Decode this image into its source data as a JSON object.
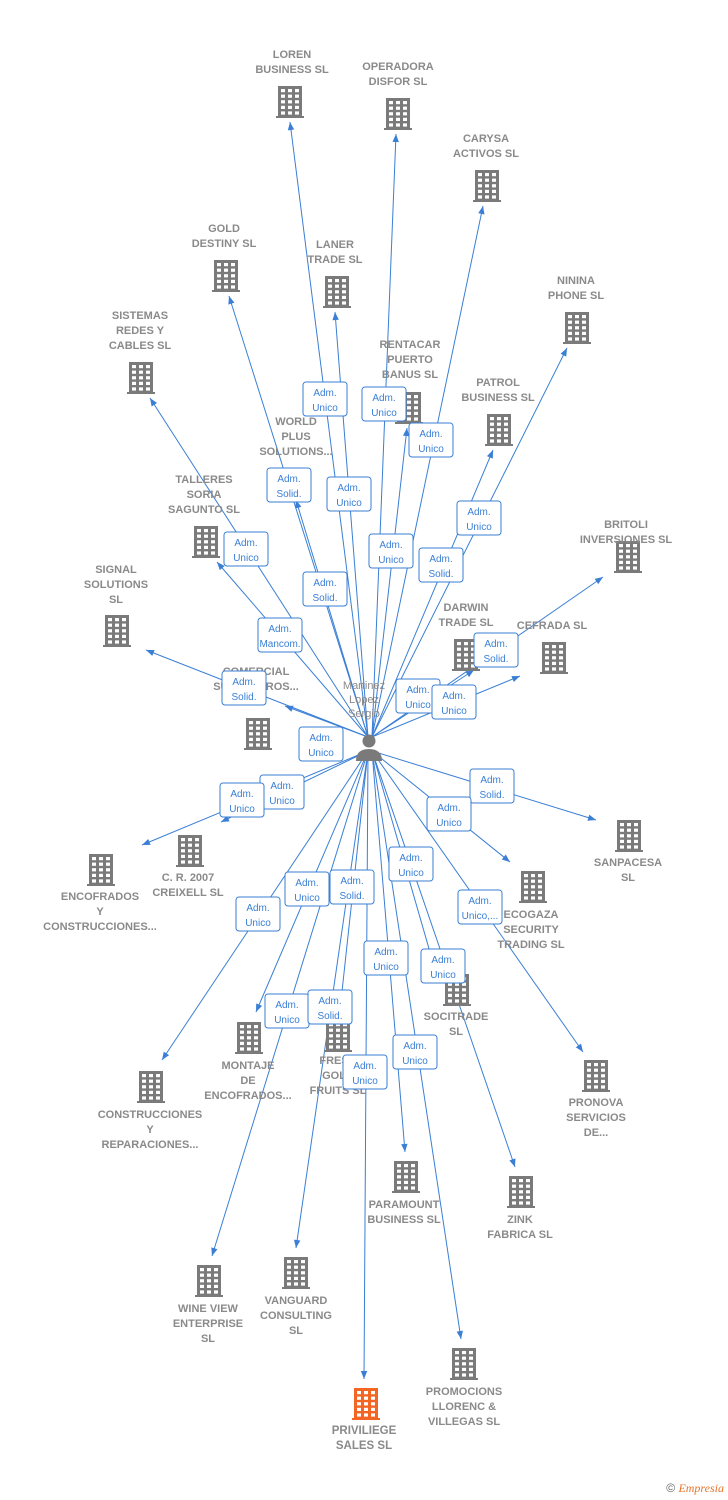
{
  "center": {
    "name_lines": [
      "Martinez",
      "Lopez",
      "Sergio"
    ]
  },
  "colors": {
    "edge": "#3a7fd5",
    "building": "#7a7a7a",
    "highlight": "#f26522",
    "label": "#8a8a8a"
  },
  "companies": [
    {
      "id": "loren",
      "lines": [
        "LOREN",
        "BUSINESS  SL"
      ]
    },
    {
      "id": "operadora",
      "lines": [
        "OPERADORA",
        "DISFOR  SL"
      ]
    },
    {
      "id": "carysa",
      "lines": [
        "CARYSA",
        "ACTIVOS  SL"
      ]
    },
    {
      "id": "gold",
      "lines": [
        "GOLD",
        "DESTINY  SL"
      ]
    },
    {
      "id": "laner",
      "lines": [
        "LANER",
        "TRADE  SL"
      ]
    },
    {
      "id": "ninina",
      "lines": [
        "NININA",
        "PHONE  SL"
      ]
    },
    {
      "id": "sistemas",
      "lines": [
        "SISTEMAS",
        "REDES Y",
        "CABLES  SL"
      ]
    },
    {
      "id": "rentacar",
      "lines": [
        "RENTACAR",
        "PUERTO",
        "BANUS SL"
      ]
    },
    {
      "id": "patrol",
      "lines": [
        "PATROL",
        "BUSINESS  SL"
      ]
    },
    {
      "id": "world",
      "lines": [
        "WORLD",
        "PLUS",
        "SOLUTIONS..."
      ]
    },
    {
      "id": "talleres",
      "lines": [
        "TALLERES",
        "SORIA",
        "SAGUNTO  SL"
      ]
    },
    {
      "id": "britoli",
      "lines": [
        "BRITOLI",
        "INVERSIONES SL"
      ]
    },
    {
      "id": "signal",
      "lines": [
        "SIGNAL",
        "SOLUTIONS",
        "SL"
      ]
    },
    {
      "id": "darwin",
      "lines": [
        "DARWIN",
        "TRADE  SL"
      ]
    },
    {
      "id": "cefrada",
      "lines": [
        "CEFRADA SL"
      ]
    },
    {
      "id": "comercial",
      "lines": [
        "COMERCIAL",
        "SUMINISTROS..."
      ]
    },
    {
      "id": "encofrados",
      "lines": [
        "ENCOFRADOS",
        "Y",
        "CONSTRUCCIONES..."
      ]
    },
    {
      "id": "creixell",
      "lines": [
        "C. R. 2007",
        "CREIXELL SL"
      ]
    },
    {
      "id": "sanpacesa",
      "lines": [
        "SANPACESA",
        "SL"
      ]
    },
    {
      "id": "ecogaza",
      "lines": [
        "ECOGAZA",
        "SECURITY",
        "TRADING SL"
      ]
    },
    {
      "id": "socitrade",
      "lines": [
        "SOCITRADE",
        "SL"
      ]
    },
    {
      "id": "montaje",
      "lines": [
        "MONTAJE",
        "DE",
        "ENCOFRADOS..."
      ]
    },
    {
      "id": "fresh",
      "lines": [
        "FRESH",
        "GOLD",
        "FRUITS  SL"
      ]
    },
    {
      "id": "construcciones",
      "lines": [
        "CONSTRUCCIONES",
        "Y",
        "REPARACIONES..."
      ]
    },
    {
      "id": "pronova",
      "lines": [
        "PRONOVA",
        "SERVICIOS",
        "DE..."
      ]
    },
    {
      "id": "paramount",
      "lines": [
        "PARAMOUNT",
        "BUSINESS SL"
      ]
    },
    {
      "id": "zink",
      "lines": [
        "ZINK",
        "FABRICA SL"
      ]
    },
    {
      "id": "wineview",
      "lines": [
        "WINE VIEW",
        "ENTERPRISE",
        "SL"
      ]
    },
    {
      "id": "vanguard",
      "lines": [
        "VANGUARD",
        "CONSULTING",
        "SL"
      ]
    },
    {
      "id": "promociones",
      "lines": [
        "PROMOCIONS",
        "LLORENC &",
        "VILLEGAS SL"
      ]
    },
    {
      "id": "priviliege",
      "lines": [
        "PRIVILIEGE",
        "SALES  SL"
      ],
      "highlight": true
    }
  ],
  "badges": [
    {
      "id": "b-loren",
      "lines": [
        "Adm.",
        "Unico"
      ]
    },
    {
      "id": "b-operadora",
      "lines": [
        "Adm.",
        "Unico"
      ]
    },
    {
      "id": "b-rentacar",
      "lines": [
        "Adm.",
        "Unico"
      ]
    },
    {
      "id": "b-world",
      "lines": [
        "Adm.",
        "Solid."
      ]
    },
    {
      "id": "b-laner",
      "lines": [
        "Adm.",
        "Unico"
      ]
    },
    {
      "id": "b-patrol",
      "lines": [
        "Adm.",
        "Unico"
      ]
    },
    {
      "id": "b-talleres",
      "lines": [
        "Adm.",
        "Unico"
      ]
    },
    {
      "id": "b-carysa",
      "lines": [
        "Adm.",
        "Unico"
      ]
    },
    {
      "id": "b-ninina",
      "lines": [
        "Adm.",
        "Solid."
      ]
    },
    {
      "id": "b-gold",
      "lines": [
        "Adm.",
        "Solid."
      ]
    },
    {
      "id": "b-sistemas",
      "lines": [
        "Adm.",
        "Mancom."
      ]
    },
    {
      "id": "b-darwin",
      "lines": [
        "Adm.",
        "Solid."
      ]
    },
    {
      "id": "b-signal",
      "lines": [
        "Adm.",
        "Solid."
      ]
    },
    {
      "id": "b-britoli",
      "lines": [
        "Adm.",
        "Unico"
      ]
    },
    {
      "id": "b-cefrada",
      "lines": [
        "Adm.",
        "Unico"
      ]
    },
    {
      "id": "b-comercial",
      "lines": [
        "Adm.",
        "Unico"
      ]
    },
    {
      "id": "b-creixell",
      "lines": [
        "Adm.",
        "Unico"
      ]
    },
    {
      "id": "b-encofrados",
      "lines": [
        "Adm.",
        "Unico"
      ]
    },
    {
      "id": "b-sanpacesa",
      "lines": [
        "Adm.",
        "Solid."
      ]
    },
    {
      "id": "b-ecogaza",
      "lines": [
        "Adm.",
        "Unico"
      ]
    },
    {
      "id": "b-socitrade",
      "lines": [
        "Adm.",
        "Unico"
      ]
    },
    {
      "id": "b-pronova",
      "lines": [
        "Adm.",
        "Unico,..."
      ]
    },
    {
      "id": "b-montaje",
      "lines": [
        "Adm.",
        "Unico"
      ]
    },
    {
      "id": "b-construcciones",
      "lines": [
        "Adm.",
        "Unico"
      ]
    },
    {
      "id": "b-fresh",
      "lines": [
        "Adm.",
        "Solid."
      ]
    },
    {
      "id": "b-paramount",
      "lines": [
        "Adm.",
        "Unico"
      ]
    },
    {
      "id": "b-zink",
      "lines": [
        "Adm.",
        "Unico"
      ]
    },
    {
      "id": "b-wineview",
      "lines": [
        "Adm.",
        "Unico"
      ]
    },
    {
      "id": "b-vanguard",
      "lines": [
        "Adm.",
        "Solid."
      ]
    },
    {
      "id": "b-promociones",
      "lines": [
        "Adm.",
        "Unico"
      ]
    },
    {
      "id": "b-priviliege",
      "lines": [
        "Adm.",
        "Unico"
      ]
    }
  ],
  "footer": {
    "copyright": "©",
    "brand": "Empresia"
  }
}
